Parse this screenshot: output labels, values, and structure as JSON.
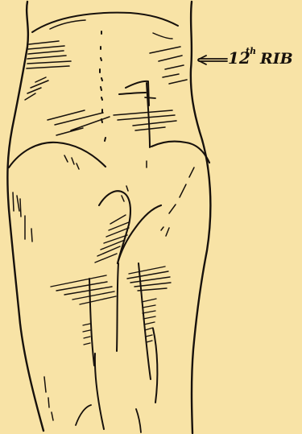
{
  "figure": {
    "background": "#f8e3a6",
    "ink": "#17110c",
    "annotation": {
      "number": "12",
      "superscript": "th",
      "word": "RIB"
    }
  }
}
